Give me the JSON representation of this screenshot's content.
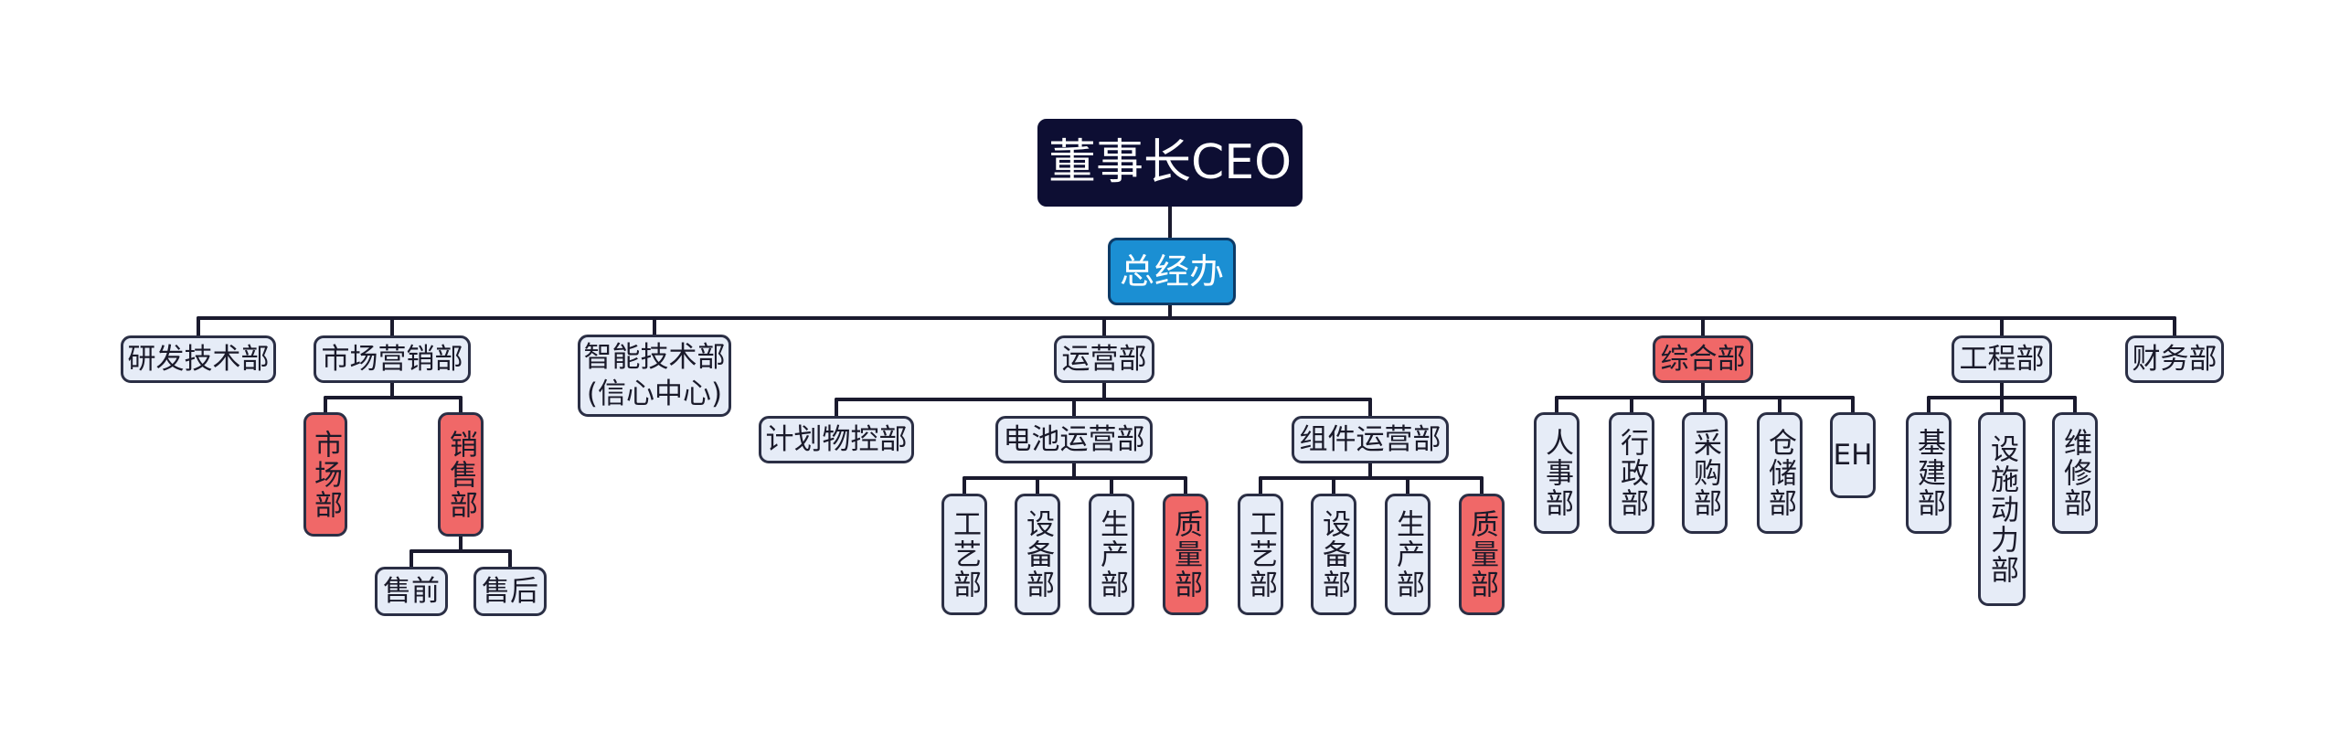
{
  "diagram": {
    "root": "董事长CEO",
    "office": "总经办",
    "departments": {
      "rnd": "研发技术部",
      "marketing": {
        "label": "市场营销部",
        "market": "市场部",
        "sales": {
          "label": "销售部",
          "presales": "售前",
          "aftersales": "售后"
        }
      },
      "smart_tech": "智能技术部\n(信心中心)",
      "operations": {
        "label": "运营部",
        "planning": "计划物控部",
        "battery": {
          "label": "电池运营部",
          "process": "工艺部",
          "equipment": "设备部",
          "production": "生产部",
          "quality": "质量部"
        },
        "module": {
          "label": "组件运营部",
          "process": "工艺部",
          "equipment": "设备部",
          "production": "生产部",
          "quality": "质量部"
        }
      },
      "general": {
        "label": "综合部",
        "hr": "人事部",
        "admin": "行政部",
        "purchasing": "采购部",
        "warehouse": "仓储部",
        "eh": "EH"
      },
      "engineering": {
        "label": "工程部",
        "infrastructure": "基建部",
        "facilities": "设施动力部",
        "maintenance": "维修部"
      },
      "finance": "财务部"
    }
  },
  "colors": {
    "line": "#1a1a2e",
    "node_fill": "#e6ecf7",
    "highlight": "#f06868",
    "ceo": "#0d0e33",
    "office": "#1b8fd3"
  }
}
